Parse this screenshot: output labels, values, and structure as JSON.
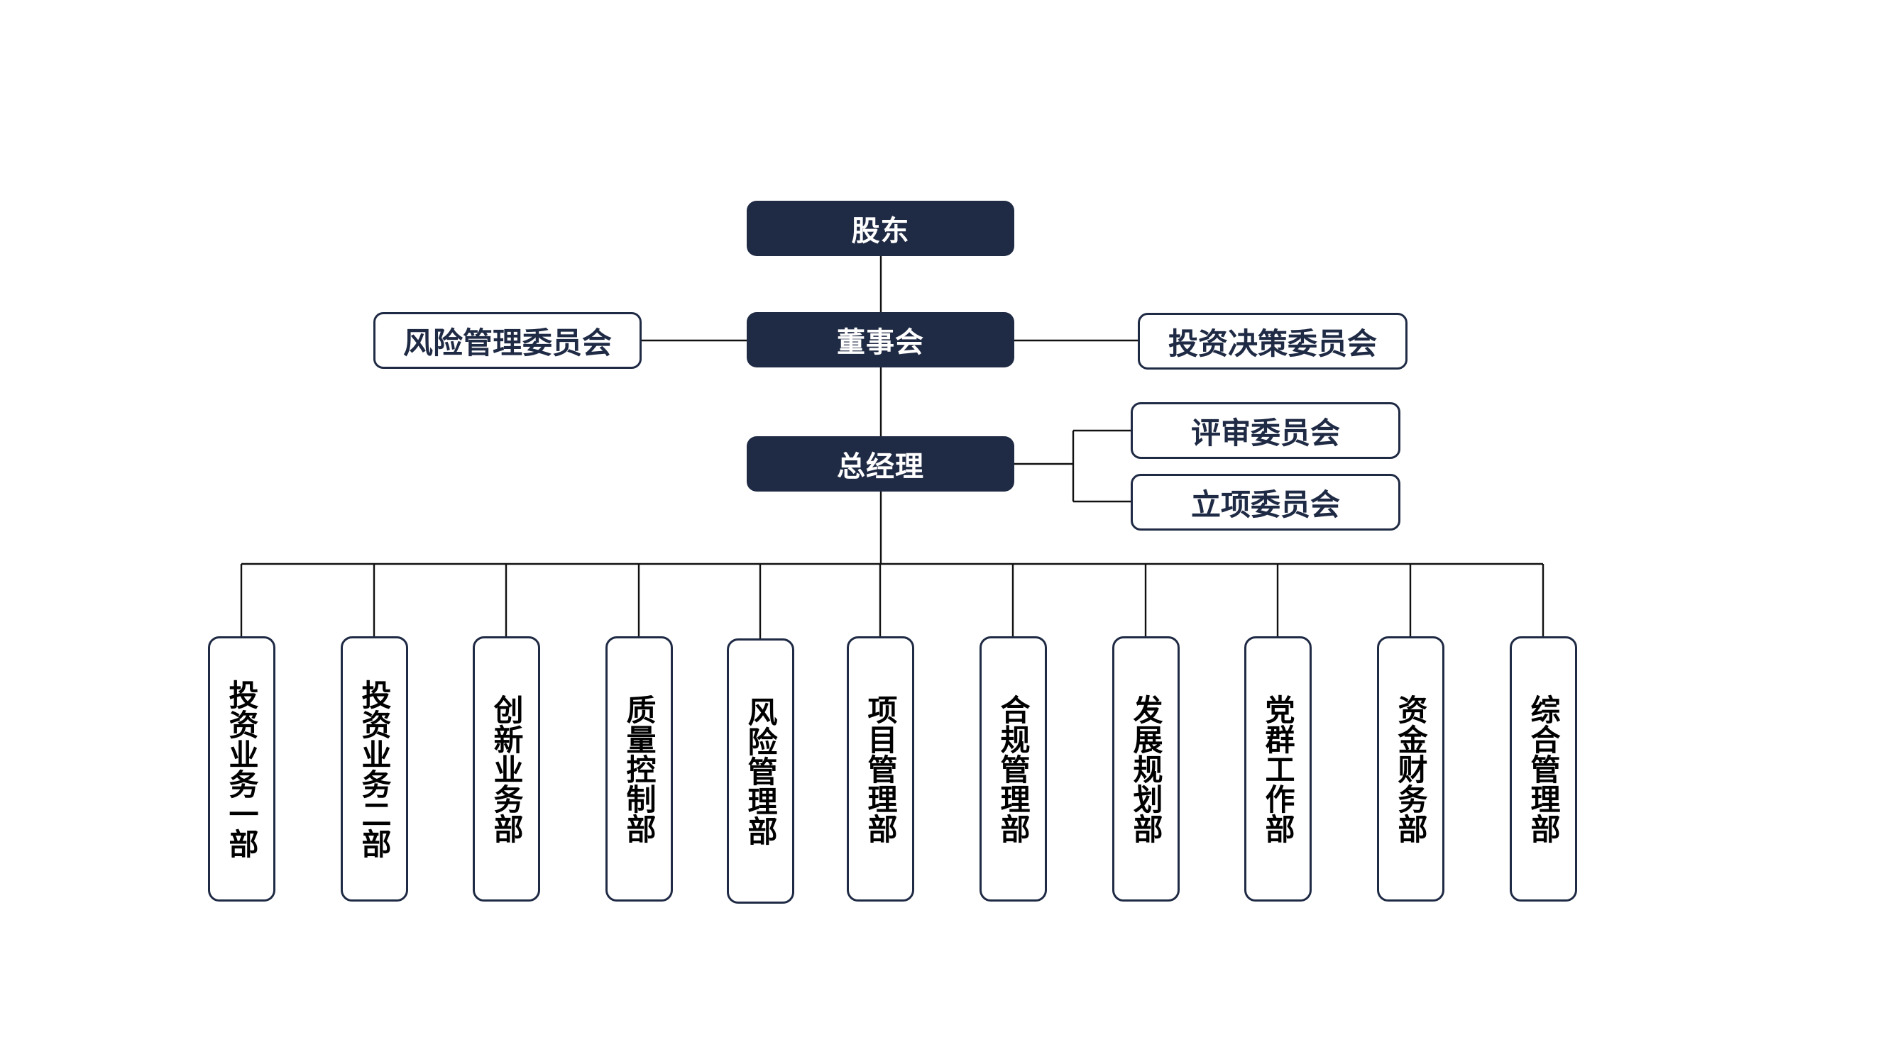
{
  "diagram": {
    "type": "org-chart",
    "colors": {
      "primary_fill": "#1f2a44",
      "primary_text": "#ffffff",
      "committee_border": "#1f2a44",
      "committee_text": "#1f2a44",
      "department_text": "#000000",
      "connector": "#111111"
    },
    "executive": {
      "shareholders": "股东",
      "board": "董事会",
      "general_manager": "总经理"
    },
    "board_committees": {
      "left": "风险管理委员会",
      "right": "投资决策委员会"
    },
    "gm_committees": [
      "评审委员会",
      "立项委员会"
    ],
    "departments": [
      "投资业务一部",
      "投资业务二部",
      "创新业务部",
      "质量控制部",
      "风险管理部",
      "项目管理部",
      "合规管理部",
      "发展规划部",
      "党群工作部",
      "资金财务部",
      "综合管理部"
    ]
  }
}
